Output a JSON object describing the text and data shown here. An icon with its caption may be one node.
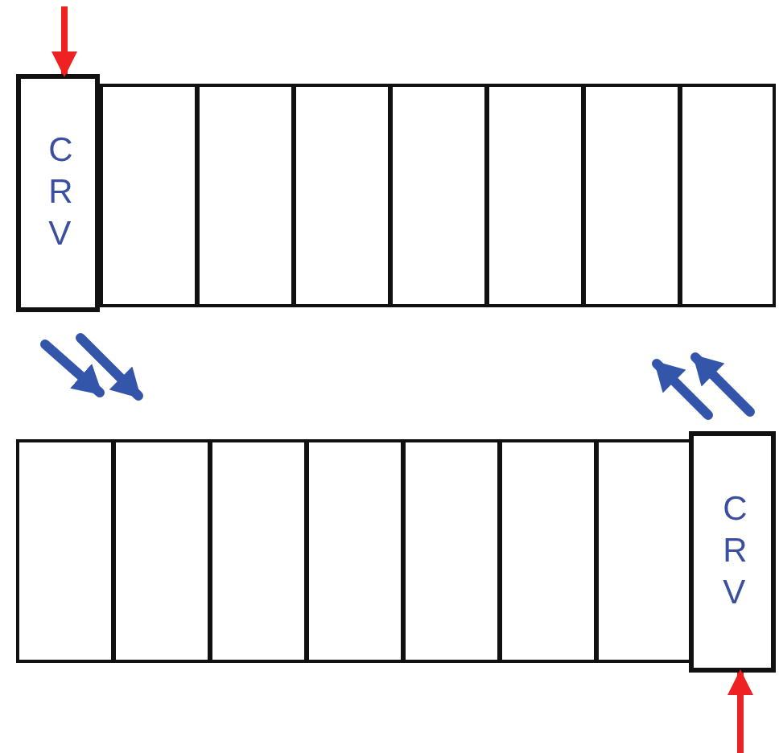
{
  "diagram": {
    "nodes": [
      {
        "text": [
          "CRV"
        ]
      },
      {
        "text": [],
        "shape": "box"
      },
      {
        "text": [],
        "shape": "box"
      },
      {
        "text": [],
        "shape": "box"
      },
      {
        "text": [],
        "shape": "box"
      },
      {
        "text": [],
        "shape": "box"
      },
      {
        "text": [],
        "shape": "box"
      },
      {
        "text": [],
        "shape": "box"
      },
      {
        "text": [],
        "shape": "box"
      },
      {
        "text": [],
        "shape": "box"
      },
      {
        "text": [],
        "shape": "box"
      },
      {
        "text": [],
        "shape": "box"
      },
      {
        "text": [],
        "shape": "box"
      },
      {
        "text": [],
        "shape": "box"
      },
      {
        "text": [],
        "shape": "box"
      },
      {
        "text": [
          "CRV"
        ]
      }
    ],
    "edges": [
      {
        "from": null,
        "to": 0,
        "arrow": "to"
      },
      {
        "from": null,
        "to": 15,
        "arrow": "to"
      }
    ]
  }
}
